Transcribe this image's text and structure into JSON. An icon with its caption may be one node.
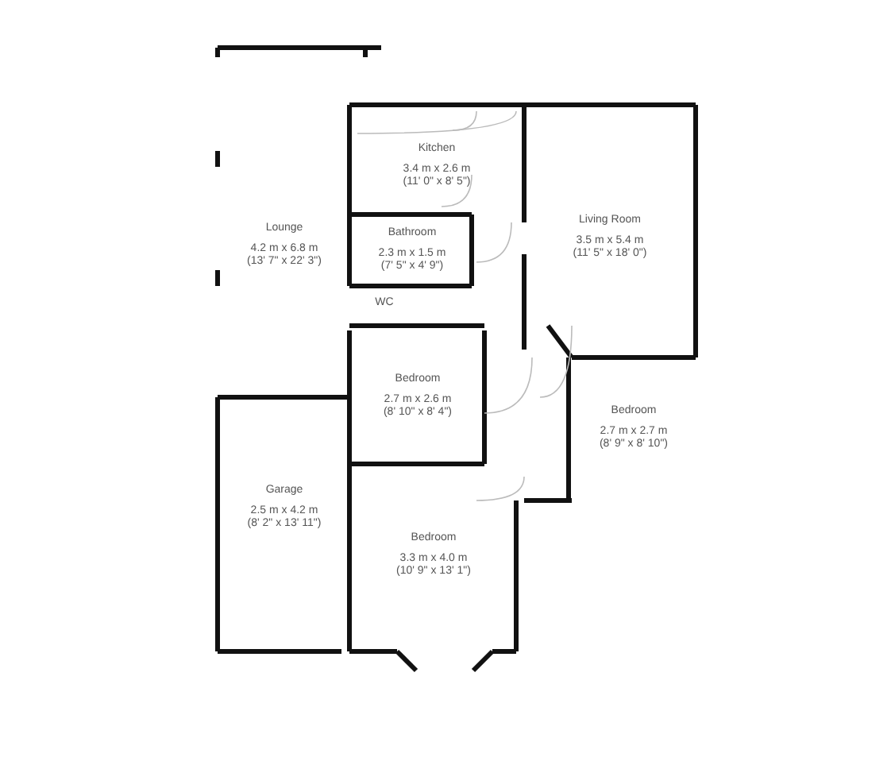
{
  "diagram": {
    "nodes": [
      {
        "text": [
          "Kitchen",
          "3.4 m x 2.6 m",
          "(11' 0\" x 8' 5\")"
        ]
      },
      {
        "text": [
          "Lounge",
          "4.2 m x 6.8 m",
          "(13' 7\" x 22' 3\")"
        ]
      },
      {
        "text": [
          "Bathroom",
          "2.3 m x 1.5 m",
          "(7' 5\" x 4' 9\")"
        ]
      },
      {
        "text": [
          "Living Room",
          "3.5 m x 5.4 m",
          "(11' 5\" x 18' 0\")"
        ]
      },
      {
        "text": [
          "WC"
        ]
      },
      {
        "text": [
          "Bedroom",
          "2.7 m x 2.6 m",
          "(8' 10\" x 8' 4\")"
        ]
      },
      {
        "text": [
          "Bedroom",
          "2.7 m x 2.7 m",
          "(8' 9\" x 8' 10\")"
        ]
      },
      {
        "text": [
          "Garage",
          "2.5 m x 4.2 m",
          "(8' 2\" x 13' 11\")"
        ]
      },
      {
        "text": [
          "Bedroom",
          "3.3 m x 4.0 m",
          "(10' 9\" x 13' 1\")"
        ]
      }
    ]
  }
}
